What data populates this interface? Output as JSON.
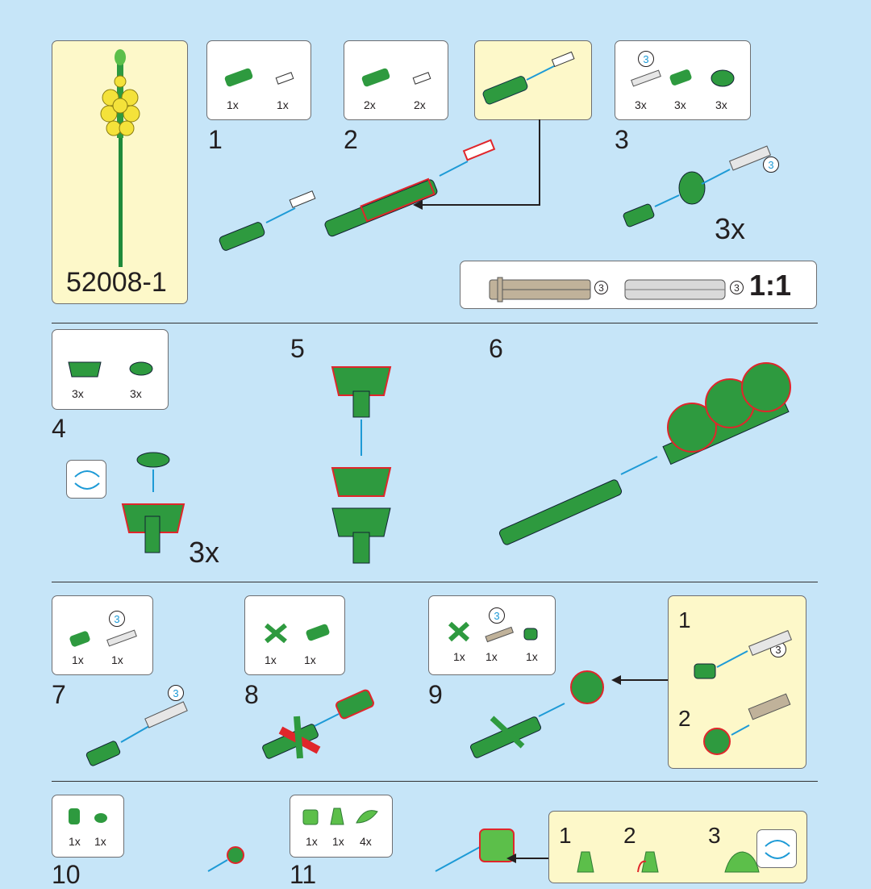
{
  "set_number": "52008-1",
  "steps": {
    "s1": {
      "number": "1",
      "parts": [
        "1x",
        "1x"
      ]
    },
    "s2": {
      "number": "2",
      "parts": [
        "2x",
        "2x"
      ]
    },
    "s3": {
      "number": "3",
      "parts": [
        "3x",
        "3x",
        "3x"
      ],
      "part_callout": "3",
      "multiplier": "3x",
      "callout_marker": "3"
    },
    "s4": {
      "number": "4",
      "parts": [
        "3x",
        "3x"
      ],
      "multiplier": "3x"
    },
    "s5": {
      "number": "5"
    },
    "s6": {
      "number": "6"
    },
    "s7": {
      "number": "7",
      "parts": [
        "1x",
        "1x"
      ],
      "part_callout": "3",
      "callout_marker": "3"
    },
    "s8": {
      "number": "8",
      "parts": [
        "1x",
        "1x"
      ]
    },
    "s9": {
      "number": "9",
      "parts": [
        "1x",
        "1x",
        "1x"
      ],
      "part_callout": "3",
      "sub_steps": [
        "1",
        "2"
      ],
      "sub_marker": "3"
    },
    "s10": {
      "number": "10",
      "parts": [
        "1x",
        "1x"
      ]
    },
    "s11": {
      "number": "11",
      "parts": [
        "1x",
        "1x",
        "4x"
      ],
      "sub_steps": [
        "1",
        "2",
        "3"
      ]
    }
  },
  "scale_box": {
    "axle_tan_length": "3",
    "axle_gray_length": "3",
    "scale": "1:1"
  },
  "colors": {
    "background": "#c6e5f8",
    "callout": "#fdf8c9",
    "part_green": "#2e9a3f",
    "arrow": "#1d9ad6",
    "highlight": "#e0262b"
  }
}
